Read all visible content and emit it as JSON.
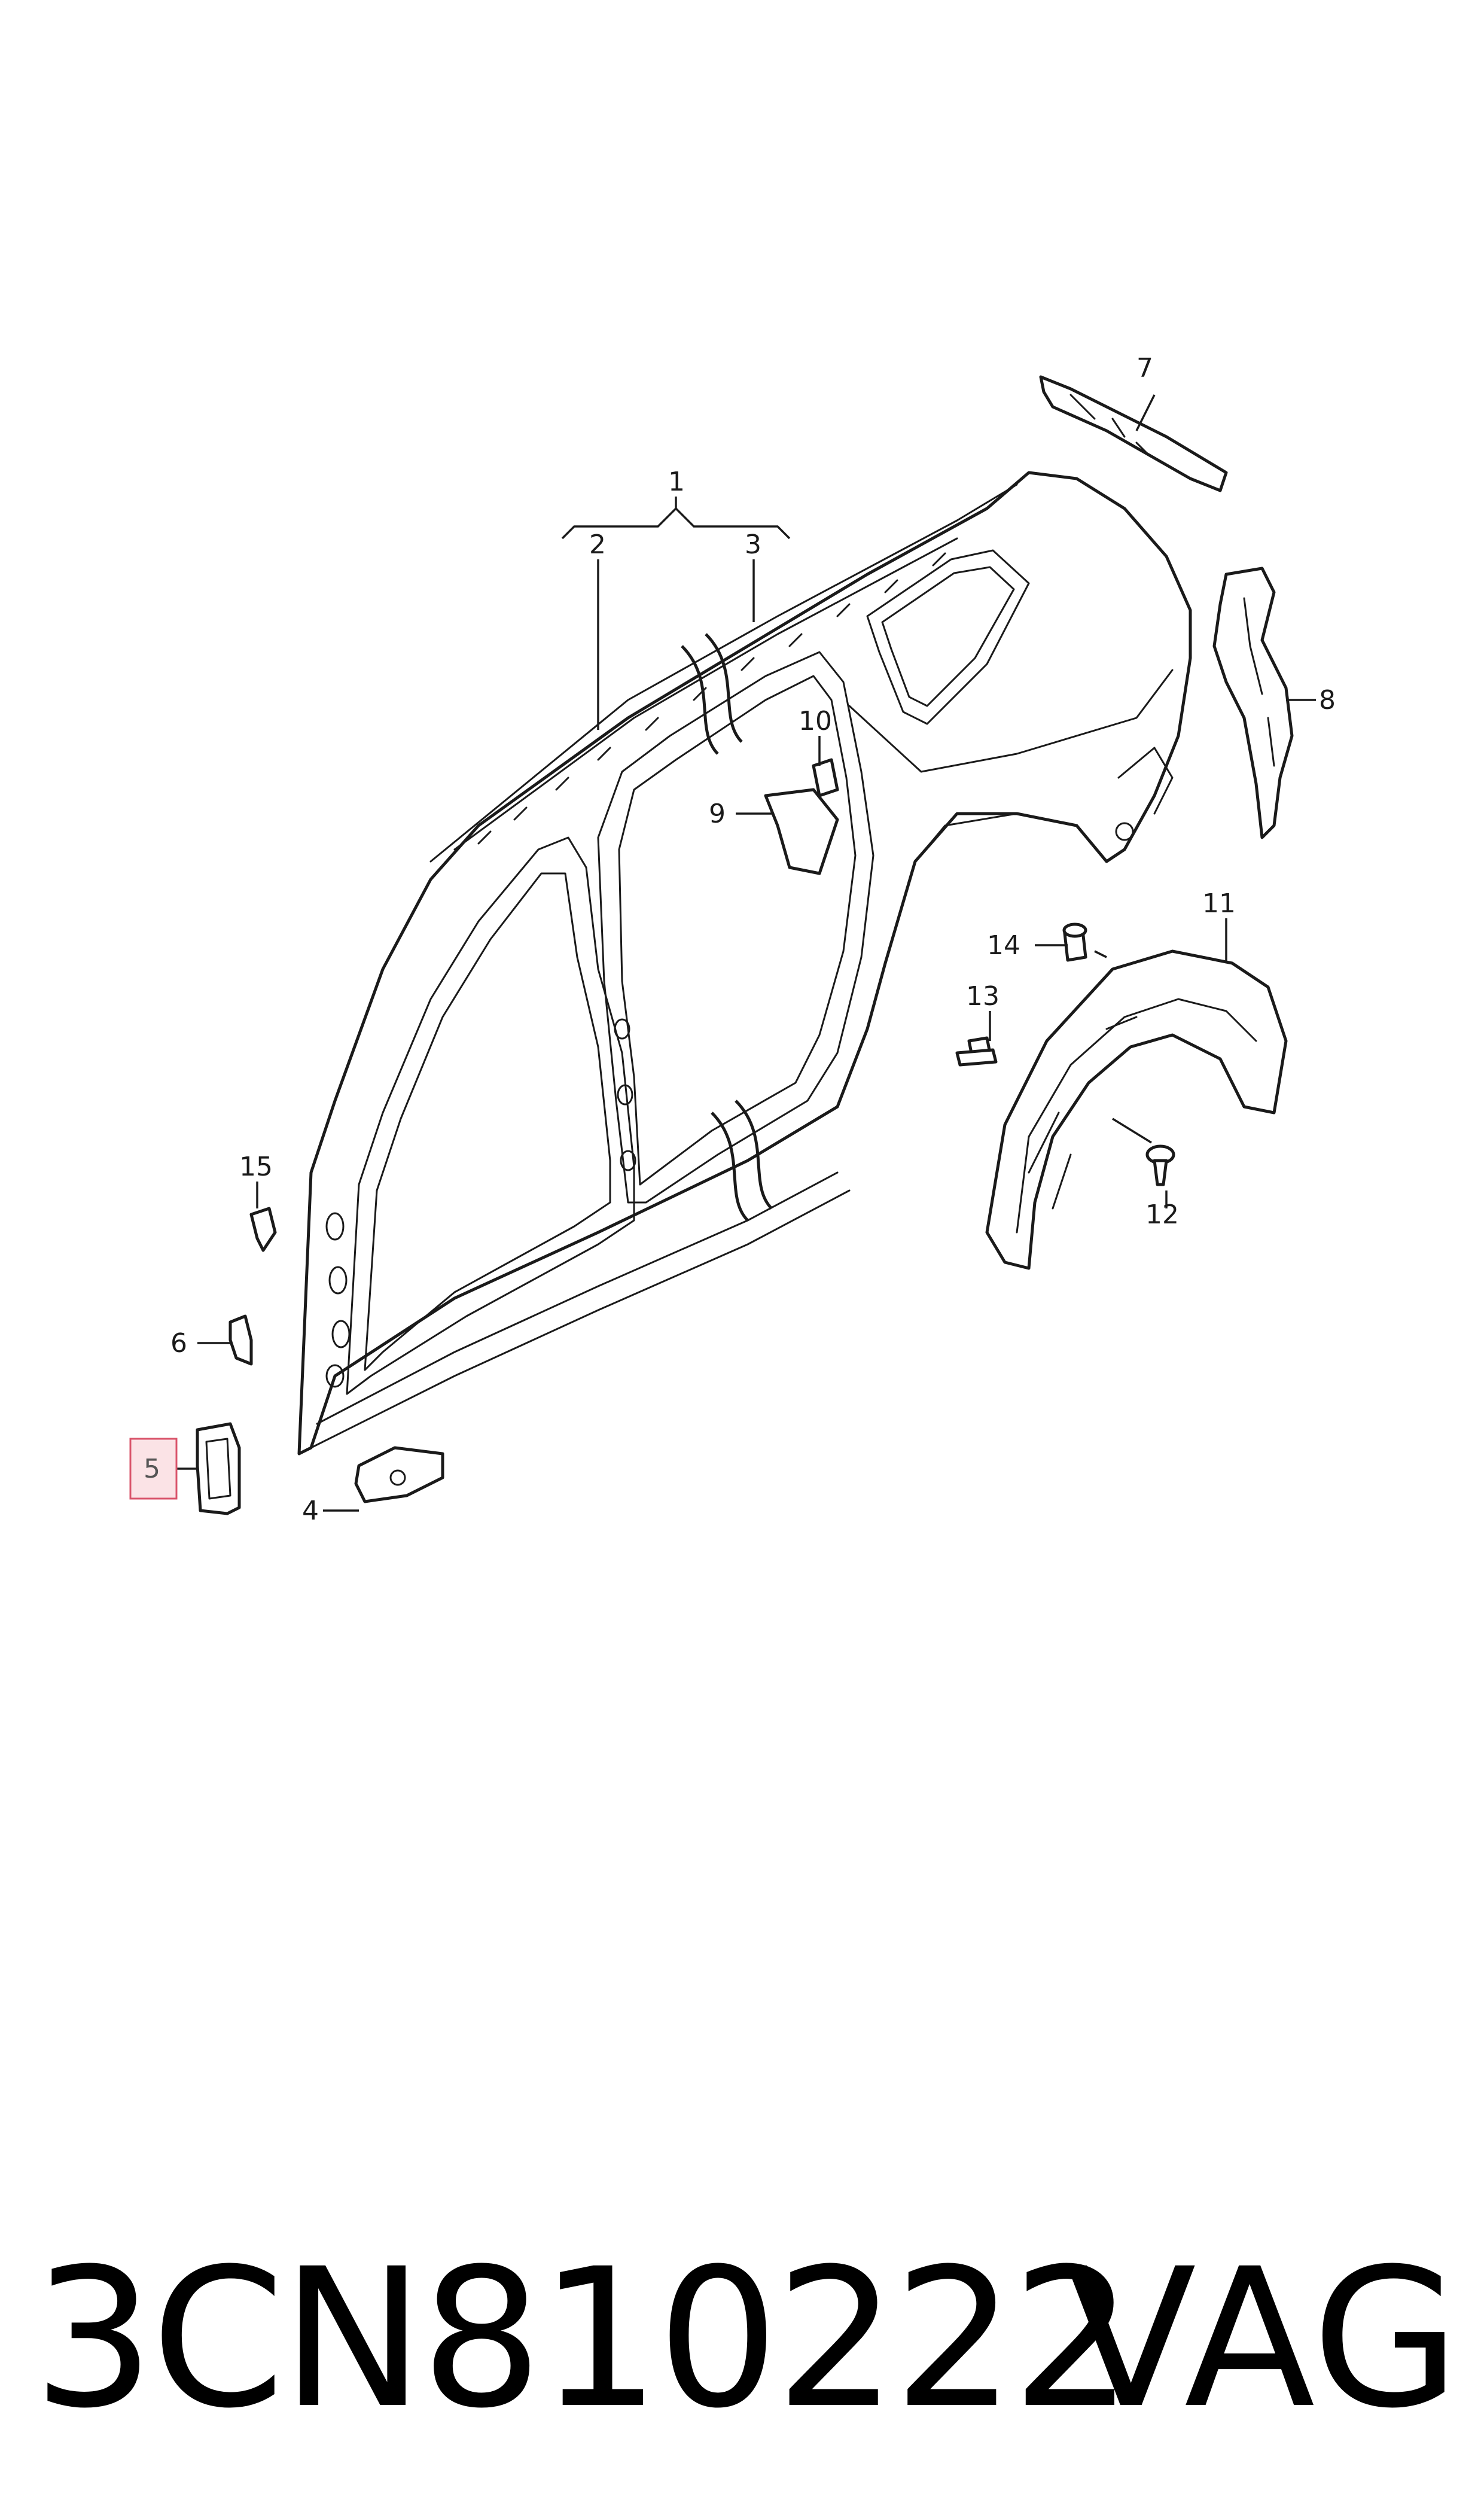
{
  "callouts": [
    {
      "id": "1",
      "label": "1"
    },
    {
      "id": "2",
      "label": "2"
    },
    {
      "id": "3",
      "label": "3"
    },
    {
      "id": "4",
      "label": "4"
    },
    {
      "id": "5",
      "label": "5",
      "highlighted": true
    },
    {
      "id": "6",
      "label": "6"
    },
    {
      "id": "7",
      "label": "7"
    },
    {
      "id": "8",
      "label": "8"
    },
    {
      "id": "9",
      "label": "9"
    },
    {
      "id": "10",
      "label": "10"
    },
    {
      "id": "11",
      "label": "11"
    },
    {
      "id": "12",
      "label": "12"
    },
    {
      "id": "13",
      "label": "13"
    },
    {
      "id": "14",
      "label": "14"
    },
    {
      "id": "15",
      "label": "15"
    }
  ],
  "highlight": {
    "fill": "#fbe3e6",
    "stroke": "#d9536a"
  },
  "caption": {
    "part_number": "3CN810222",
    "brand": "VAG"
  }
}
